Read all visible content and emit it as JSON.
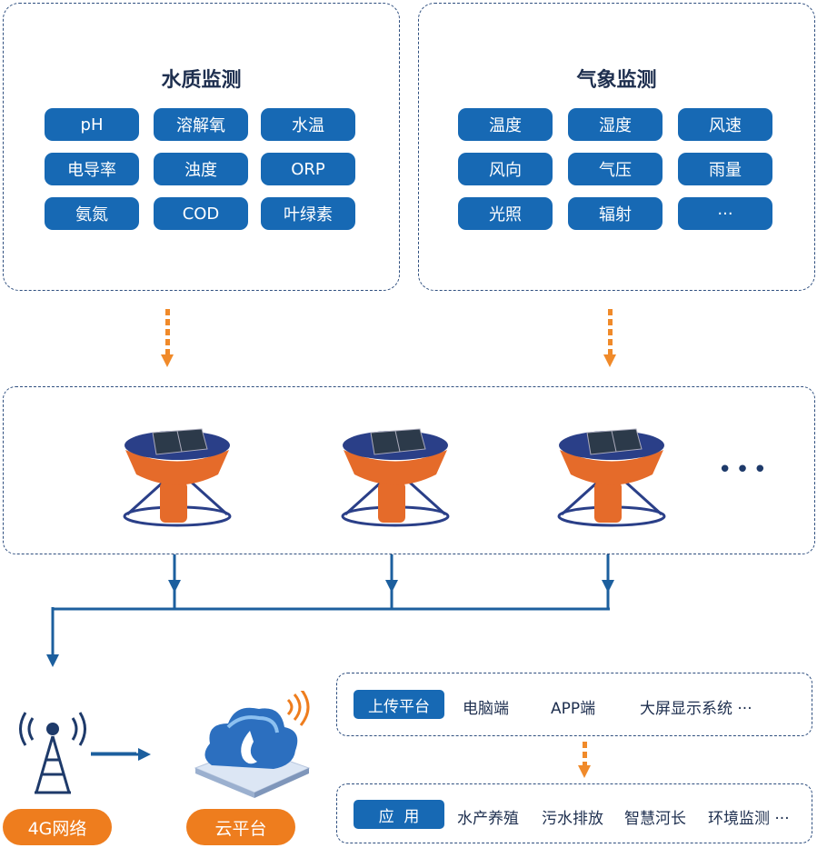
{
  "water": {
    "title": "水质监测",
    "items": [
      "pH",
      "溶解氧",
      "水温",
      "电导率",
      "浊度",
      "ORP",
      "氨氮",
      "COD",
      "叶绿素"
    ]
  },
  "weather": {
    "title": "气象监测",
    "items": [
      "温度",
      "湿度",
      "风速",
      "风向",
      "气压",
      "雨量",
      "光照",
      "辐射",
      "···"
    ]
  },
  "buoys": {
    "more": "•••"
  },
  "network": {
    "label": "4G网络"
  },
  "cloud": {
    "label": "云平台"
  },
  "upload": {
    "tag": "上传平台",
    "items": [
      "电脑端",
      "APP端",
      "大屏显示系统 ···"
    ]
  },
  "apps": {
    "tag": "应  用",
    "items": [
      "水产养殖",
      "污水排放",
      "智慧河长",
      "环境监测 ···"
    ]
  },
  "colors": {
    "primary": "#1769b4",
    "accent": "#ee7d1e",
    "navy": "#1e2f4f"
  }
}
